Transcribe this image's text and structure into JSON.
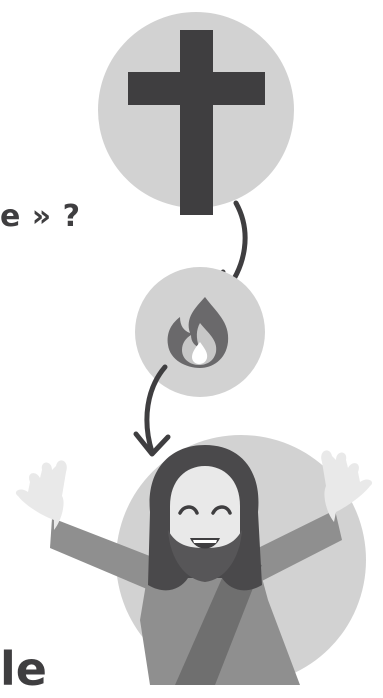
{
  "text_fragments": {
    "top": "e » ?",
    "bottom": "le"
  },
  "illustration": {
    "icons": [
      "cross-icon",
      "flame-icon",
      "jesus-figure"
    ],
    "colors": {
      "circle_light": "#d2d2d2",
      "dark": "#3f3e40",
      "robe": "#8f8f8f",
      "robe_shade": "#6f6f6f",
      "skin": "#e9e9e9",
      "hair": "#4a494b",
      "beard": "#575658"
    }
  }
}
